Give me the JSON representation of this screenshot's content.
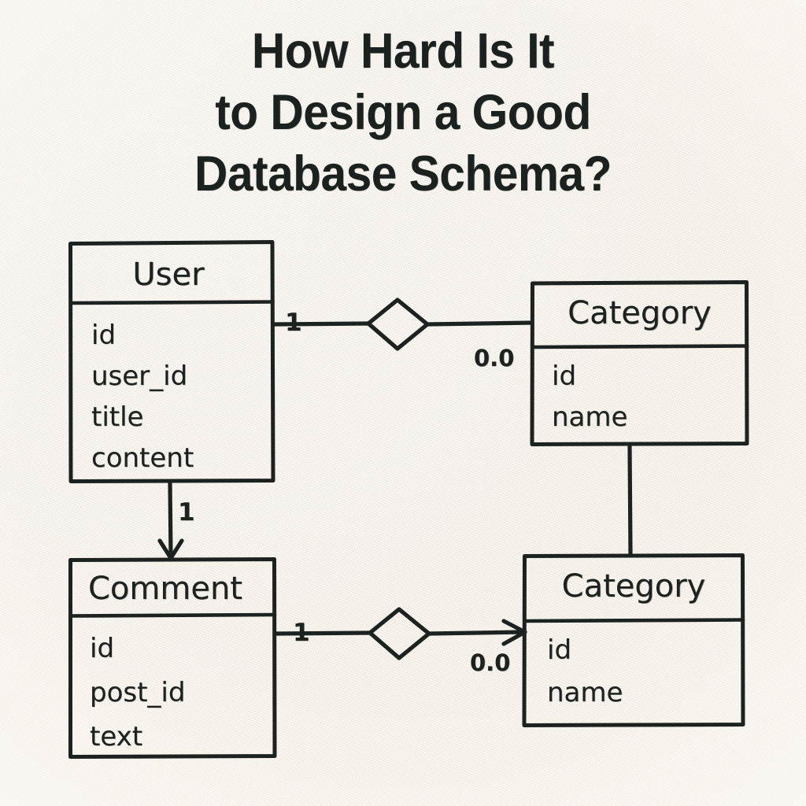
{
  "title": {
    "lines": [
      "How Hard Is It",
      "to Design a Good",
      "Database Schema?"
    ],
    "full": "How Hard Is It to Design a Good Database Schema?"
  },
  "colors": {
    "background": "#f1ebe1",
    "ink": "#1c2220",
    "paper_highlight": "#f6f0e7"
  },
  "diagram": {
    "type": "er-diagram",
    "style": "hand-drawn-sketch",
    "entities": [
      {
        "id": "user",
        "name": "User",
        "attributes": [
          "id",
          "user_id",
          "title",
          "content"
        ]
      },
      {
        "id": "category-top",
        "name": "Category",
        "attributes": [
          "id",
          "name"
        ]
      },
      {
        "id": "comment",
        "name": "Comment",
        "attributes": [
          "id",
          "post_id",
          "text"
        ]
      },
      {
        "id": "category-bottom",
        "name": "Category",
        "attributes": [
          "id",
          "name"
        ]
      }
    ],
    "relationships": [
      {
        "id": "user-to-category",
        "from": "user",
        "to": "category-top",
        "symbol": "diamond",
        "from_cardinality": "1",
        "to_cardinality": "0.0",
        "arrow": false
      },
      {
        "id": "user-to-comment",
        "from": "user",
        "to": "comment",
        "symbol": "none",
        "from_cardinality": "1",
        "to_cardinality": "",
        "arrow": true
      },
      {
        "id": "comment-to-category",
        "from": "comment",
        "to": "category-bottom",
        "symbol": "diamond",
        "from_cardinality": "1",
        "to_cardinality": "0.0",
        "arrow": true
      },
      {
        "id": "category-to-category",
        "from": "category-top",
        "to": "category-bottom",
        "symbol": "none",
        "from_cardinality": "",
        "to_cardinality": "",
        "arrow": false
      }
    ]
  }
}
